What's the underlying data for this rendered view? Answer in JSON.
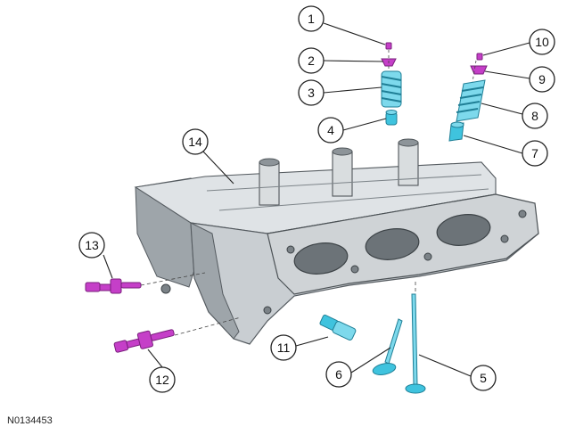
{
  "figure_id": "N0134453",
  "callouts": [
    {
      "label": "1"
    },
    {
      "label": "2"
    },
    {
      "label": "3"
    },
    {
      "label": "4"
    },
    {
      "label": "5"
    },
    {
      "label": "6"
    },
    {
      "label": "7"
    },
    {
      "label": "8"
    },
    {
      "label": "9"
    },
    {
      "label": "10"
    },
    {
      "label": "11"
    },
    {
      "label": "12"
    },
    {
      "label": "13"
    },
    {
      "label": "14"
    }
  ],
  "colors": {
    "head_gray": "#c9ced2",
    "valve_parts_cyan": "#3fc3de",
    "bolts_magenta": "#c53fc8"
  }
}
